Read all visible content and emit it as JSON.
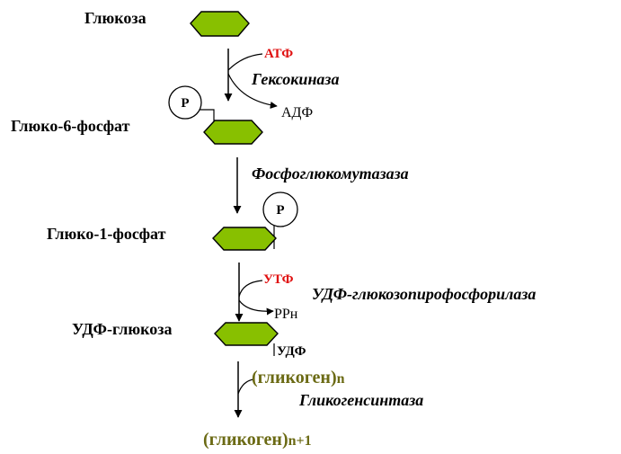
{
  "molecules": {
    "glucose": "Глюкоза",
    "g6p": "Глюко-6-фосфат",
    "g1p": "Глюко-1-фосфат",
    "udpg": "УДФ-глюкоза"
  },
  "enzymes": {
    "hexokinase": "Гексокиназа",
    "phosphoglucomutase": "Фосфоглюкомутазаза",
    "udpg_pyrophosphorylase": "УДФ-глюкозопирофосфорилаза",
    "glycogen_synthase": "Гликогенсинтаза"
  },
  "cofactors": {
    "atp": "АТФ",
    "adp": "АДФ",
    "utp": "УТФ",
    "ppn": "PPн",
    "udp": "УДФ"
  },
  "phosphate_label": "P",
  "glycogen": {
    "label": "(гликоген)",
    "sub_n": "n",
    "sub_n1": "n+1"
  },
  "colors": {
    "hexagon_fill": "#88c000",
    "cofactor_red": "#e01010",
    "glycogen_olive": "#6b6a14"
  }
}
